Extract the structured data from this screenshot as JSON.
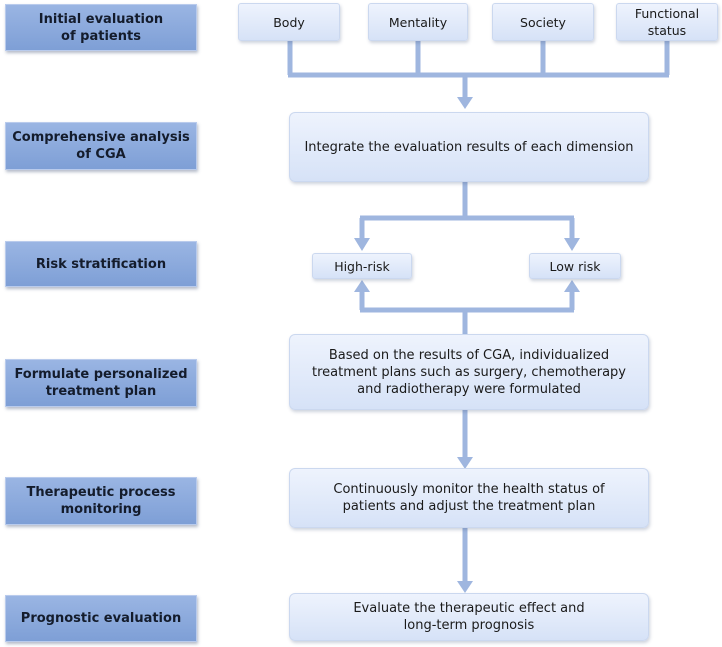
{
  "stages": [
    "Initial evaluation\nof patients",
    "Comprehensive analysis\nof CGA",
    "Risk stratification",
    "Formulate personalized\ntreatment plan",
    "Therapeutic process\nmonitoring",
    "Prognostic evaluation"
  ],
  "dimensions": [
    "Body",
    "Mentality",
    "Society",
    "Functional\nstatus"
  ],
  "integrate": "Integrate the evaluation results of each dimension",
  "risk": {
    "high": "High-risk",
    "low": "Low risk"
  },
  "plan": "Based on the results of CGA, individualized\ntreatment plans such as surgery, chemotherapy\nand radiotherapy were formulated",
  "monitor": "Continuously monitor the health status of\npatients and adjust the treatment plan",
  "prognosis": "Evaluate the therapeutic effect and\nlong-term prognosis",
  "colors": {
    "stage_fill": "#8aa9dd",
    "node_fill": "#e3ebfa",
    "connector": "#9fb6df"
  }
}
